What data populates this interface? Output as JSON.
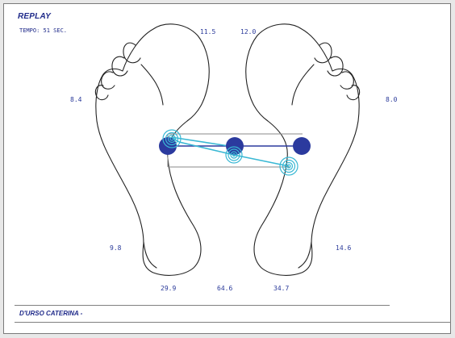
{
  "header": {
    "title": "REPLAY",
    "tempo": "TEMPO: 51  SEC."
  },
  "footer": {
    "patient": "D'URSO CATERINA  -"
  },
  "labels": {
    "toe_left": "11.5",
    "toe_right": "12.0",
    "forefoot_left": "8.4",
    "forefoot_right": "8.0",
    "heel_left": "9.8",
    "heel_right": "14.6",
    "bottom_left": "29.9",
    "bottom_center": "64.6",
    "bottom_right": "34.7"
  },
  "colors": {
    "text": "#1f2a8a",
    "pressure_point": "#2b3a9e",
    "trace": "#39b8d4",
    "outline": "#222222"
  }
}
